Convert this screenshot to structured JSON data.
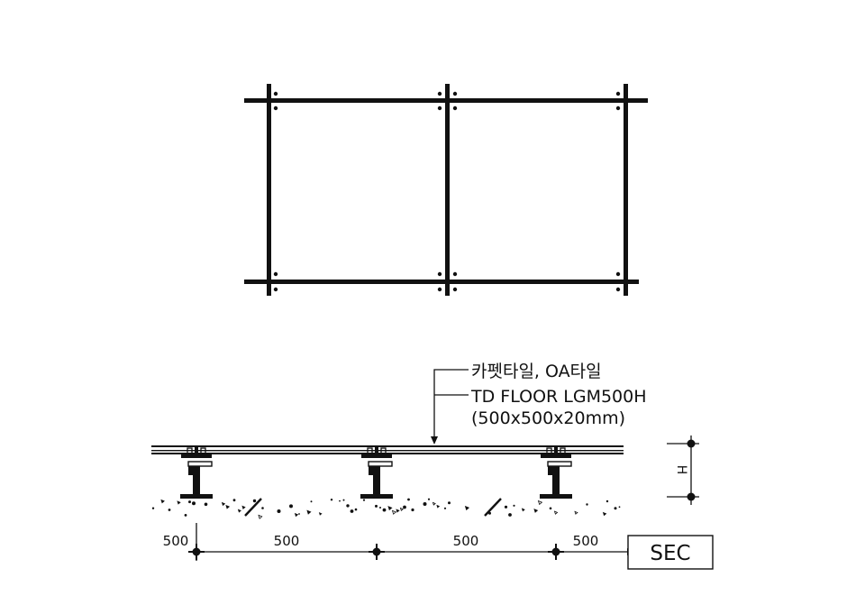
{
  "annotation": {
    "line1": "카펫타일, OA타일",
    "line2": "TD FLOOR LGM500H",
    "line3": "(500x500x20mm)"
  },
  "height_label": "H",
  "dimensions": [
    "500",
    "500",
    "500",
    "500"
  ],
  "section_label": "SEC",
  "colors": {
    "ink": "#111111",
    "background": "#ffffff"
  }
}
